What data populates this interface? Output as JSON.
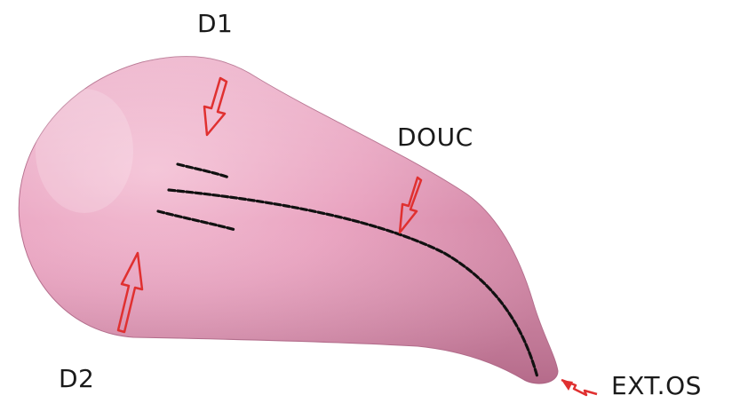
{
  "labels": {
    "d1": "D1",
    "douc": "DOUC",
    "d2": "D2",
    "ext_os": "EXT.OS"
  },
  "colors": {
    "body_fill": "#e8a2be",
    "arrow": "#e03030",
    "path_line": "#111111"
  }
}
